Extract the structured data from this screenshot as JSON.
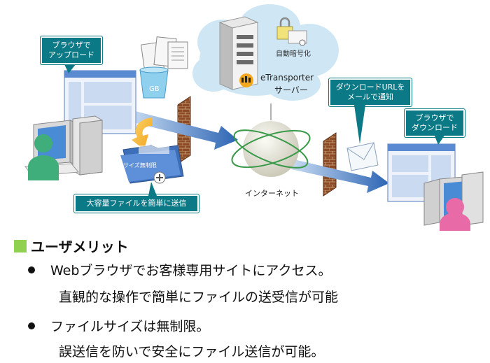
{
  "diagram": {
    "callout_upload": [
      "ブラウザで",
      "アップロード"
    ],
    "gb_label": "GB",
    "server_encrypt_label": "自動暗号化",
    "server_name": [
      "eTransporter",
      "サーバー"
    ],
    "callout_notify": [
      "ダウンロードURLを",
      "メールで通知"
    ],
    "callout_download": [
      "ブラウザで",
      "ダウンロード"
    ],
    "folder_label": "サイズ無制限",
    "internet_label": "インターネット",
    "callout_large_file": "大容量ファイルを簡単に送信"
  },
  "section": {
    "title": "ユーザメリット",
    "bullets": [
      {
        "line1": "Webブラウザでお客様専用サイトにアクセス。",
        "line2": "直観的な操作で簡単にファイルの送受信が可能"
      },
      {
        "line1": "ファイルサイズは無制限。",
        "line2": "誤送信を防いで安全にファイル送信が可能。"
      }
    ]
  },
  "colors": {
    "callout_teal": "#0b7a86",
    "section_square": "#8fd14f",
    "arrow_blue": "#2c64b4",
    "firewall_brown": "#8a4b26",
    "cloud_blue": "#cfe7f5",
    "person_green": "#3fae7a",
    "person_pink": "#e86aa6",
    "folder_arrow_orange": "#f2a21c"
  }
}
